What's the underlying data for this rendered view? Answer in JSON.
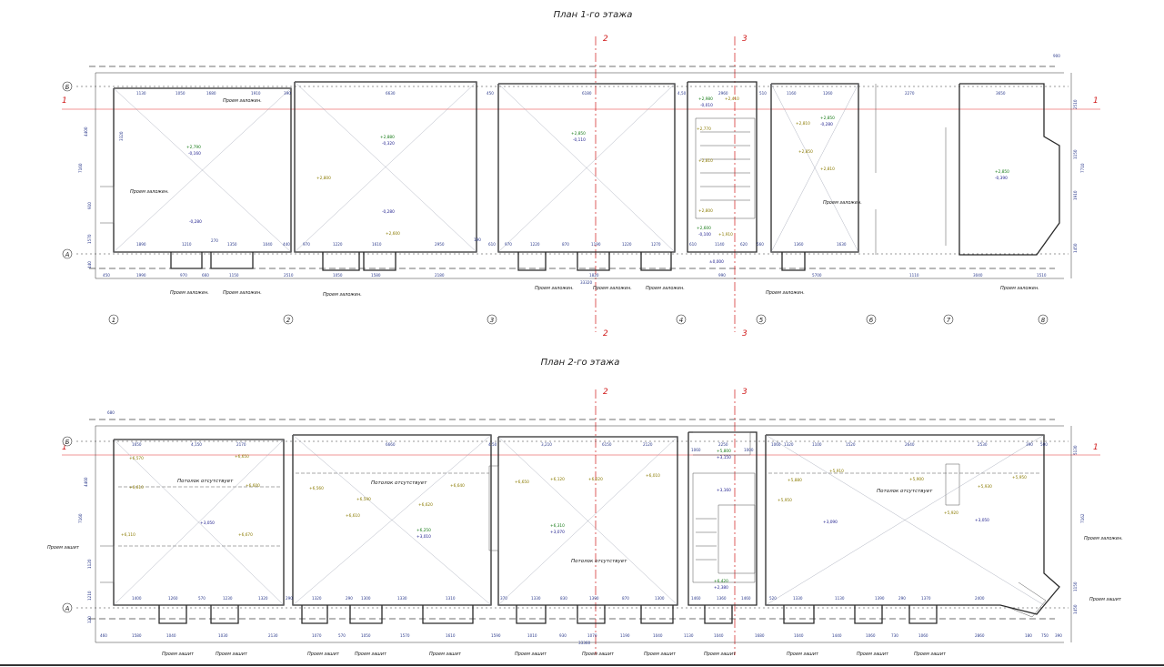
{
  "plans": [
    {
      "id": "floor1",
      "title": "План 1-го этажа",
      "cut_labels": [
        "2",
        "3"
      ],
      "row_axes": [
        "Б",
        "А"
      ],
      "row_marks": [
        "1"
      ],
      "column_axes": [
        "1",
        "2",
        "3",
        "4",
        "5",
        "6",
        "7",
        "8"
      ],
      "left_dims": [
        "4400",
        "7160",
        "3320",
        "910",
        "1570",
        "440"
      ],
      "right_dims": [
        "2510",
        "1150",
        "7710",
        "1910",
        "1450"
      ],
      "top_dims": [
        "1130",
        "1050",
        "1680",
        "1910",
        "390",
        "6630",
        "450",
        "6180",
        "4,50",
        "2960",
        "510",
        "1160",
        "1260",
        "2270",
        "3650",
        "900"
      ],
      "bottom_dims": [
        "450",
        "1990",
        "970",
        "660",
        "1150",
        "2510",
        "1050",
        "1580",
        "2180",
        "1820",
        "990",
        "5700",
        "1110",
        "3040",
        "1510"
      ],
      "overall_dim": "33320",
      "inner_dims": [
        "1890",
        "1210",
        "270",
        "1350",
        "1040",
        "440",
        "970",
        "1220",
        "1610",
        "2950",
        "190",
        "610",
        "970",
        "1220",
        "870",
        "1190",
        "1220",
        "1270",
        "610",
        "1140",
        "620",
        "560",
        "1360",
        "1630"
      ],
      "openings": [
        "Проем заложен.",
        "Проем заложен.",
        "Проем заложен.",
        "Проем заложен.",
        "Проем заложен.",
        "Проем заложен.",
        "Проем заложен.",
        "Проем заложен.",
        "Проем заложен.",
        "Проем заложен.",
        "Проем заложен."
      ],
      "levels": [
        {
          "text": "+2,790",
          "kind": "g"
        },
        {
          "text": "-0,160",
          "kind": "b"
        },
        {
          "text": "-0,280",
          "kind": "b"
        },
        {
          "text": "+2,880",
          "kind": "g"
        },
        {
          "text": "-0,320",
          "kind": "b"
        },
        {
          "text": "-0,280",
          "kind": "b"
        },
        {
          "text": "+2,800",
          "kind": "y"
        },
        {
          "text": "+2,600",
          "kind": "y"
        },
        {
          "text": "+2,850",
          "kind": "g"
        },
        {
          "text": "-0,110",
          "kind": "b"
        },
        {
          "text": "+2,980",
          "kind": "g"
        },
        {
          "text": "-0,010",
          "kind": "b"
        },
        {
          "text": "+2,410",
          "kind": "y"
        },
        {
          "text": "+2,770",
          "kind": "y"
        },
        {
          "text": "+2,810",
          "kind": "y"
        },
        {
          "text": "+2,800",
          "kind": "y"
        },
        {
          "text": "+2,600",
          "kind": "g"
        },
        {
          "text": "-0,100",
          "kind": "b"
        },
        {
          "text": "+1,910",
          "kind": "y"
        },
        {
          "text": "±0,000",
          "kind": "b"
        },
        {
          "text": "+2,810",
          "kind": "y"
        },
        {
          "text": "+2,850",
          "kind": "g"
        },
        {
          "text": "-0,280",
          "kind": "b"
        },
        {
          "text": "+2,850",
          "kind": "y"
        },
        {
          "text": "+2,810",
          "kind": "y"
        },
        {
          "text": "+2,850",
          "kind": "g"
        },
        {
          "text": "-0,390",
          "kind": "b"
        }
      ]
    },
    {
      "id": "floor2",
      "title": "План 2-го этажа",
      "cut_labels": [
        "2",
        "3"
      ],
      "row_axes": [
        "Б",
        "А"
      ],
      "row_marks": [
        "1"
      ],
      "left_dims": [
        "680",
        "4460",
        "7160",
        "1120",
        "1210",
        "120"
      ],
      "right_dims": [
        "5130",
        "7162",
        "1150",
        "1450"
      ],
      "top_dims": [
        "1650",
        "4,150",
        "2170",
        "6660",
        "4,50",
        "3,210",
        "6150",
        "2120",
        "1060",
        "1000",
        "2250",
        "1060",
        "1320",
        "1100",
        "1520",
        "2640",
        "2530",
        "390",
        "500"
      ],
      "bottom_dims": [
        "460",
        "1580",
        "1040",
        "1030",
        "2130",
        "1070",
        "570",
        "1050",
        "1570",
        "1610",
        "1590",
        "1010",
        "930",
        "1070",
        "1190",
        "1040",
        "1130",
        "1040",
        "1680",
        "1040",
        "1440",
        "1060",
        "730",
        "1060",
        "2860",
        "180",
        "750",
        "390"
      ],
      "overall_dim": "33360",
      "inner_dims": [
        "1400",
        "1260",
        "570",
        "1230",
        "1320",
        "290",
        "1320",
        "290",
        "1300",
        "1330",
        "1310",
        "370",
        "1330",
        "830",
        "1390",
        "870",
        "1300",
        "1460",
        "1360",
        "1460",
        "520",
        "1330",
        "1130",
        "1390",
        "290",
        "1370",
        "2400"
      ],
      "rooms": [
        "Потолок отсутствует",
        "Потолок отсутствует",
        "Потолок отсутствует",
        "Потолок отсутствует"
      ],
      "openings": [
        "Проем зашит",
        "Проем зашит",
        "Проем зашит",
        "Проем зашит",
        "Проем зашит",
        "Проем зашит",
        "Проем зашит",
        "Проем зашит",
        "Проем зашит",
        "Проем зашит",
        "Проем зашит",
        "Проем зашит",
        "Проем зашит",
        "Проем заложен."
      ],
      "levels": [
        {
          "text": "+6,570",
          "kind": "y"
        },
        {
          "text": "+6,610",
          "kind": "y"
        },
        {
          "text": "+6,650",
          "kind": "y"
        },
        {
          "text": "+6,600",
          "kind": "y"
        },
        {
          "text": "+6,110",
          "kind": "y"
        },
        {
          "text": "+6,670",
          "kind": "y"
        },
        {
          "text": "+3,050",
          "kind": "b"
        },
        {
          "text": "+6,560",
          "kind": "y"
        },
        {
          "text": "+6,590",
          "kind": "y"
        },
        {
          "text": "+6,610",
          "kind": "y"
        },
        {
          "text": "+6,620",
          "kind": "y"
        },
        {
          "text": "+6,640",
          "kind": "y"
        },
        {
          "text": "+6,250",
          "kind": "g"
        },
        {
          "text": "+3,010",
          "kind": "b"
        },
        {
          "text": "+6,650",
          "kind": "y"
        },
        {
          "text": "+6,120",
          "kind": "y"
        },
        {
          "text": "+6,020",
          "kind": "y"
        },
        {
          "text": "+6,010",
          "kind": "y"
        },
        {
          "text": "+6,310",
          "kind": "g"
        },
        {
          "text": "+3,070",
          "kind": "b"
        },
        {
          "text": "+5,800",
          "kind": "g"
        },
        {
          "text": "+3,150",
          "kind": "b"
        },
        {
          "text": "+3,160",
          "kind": "b"
        },
        {
          "text": "+6,420",
          "kind": "g"
        },
        {
          "text": "+2,380",
          "kind": "b"
        },
        {
          "text": "+5,880",
          "kind": "y"
        },
        {
          "text": "+5,910",
          "kind": "y"
        },
        {
          "text": "+5,950",
          "kind": "y"
        },
        {
          "text": "+3,090",
          "kind": "b"
        },
        {
          "text": "+5,900",
          "kind": "y"
        },
        {
          "text": "+5,930",
          "kind": "y"
        },
        {
          "text": "+5,950",
          "kind": "y"
        },
        {
          "text": "+5,920",
          "kind": "y"
        },
        {
          "text": "+3,050",
          "kind": "b"
        }
      ]
    }
  ]
}
